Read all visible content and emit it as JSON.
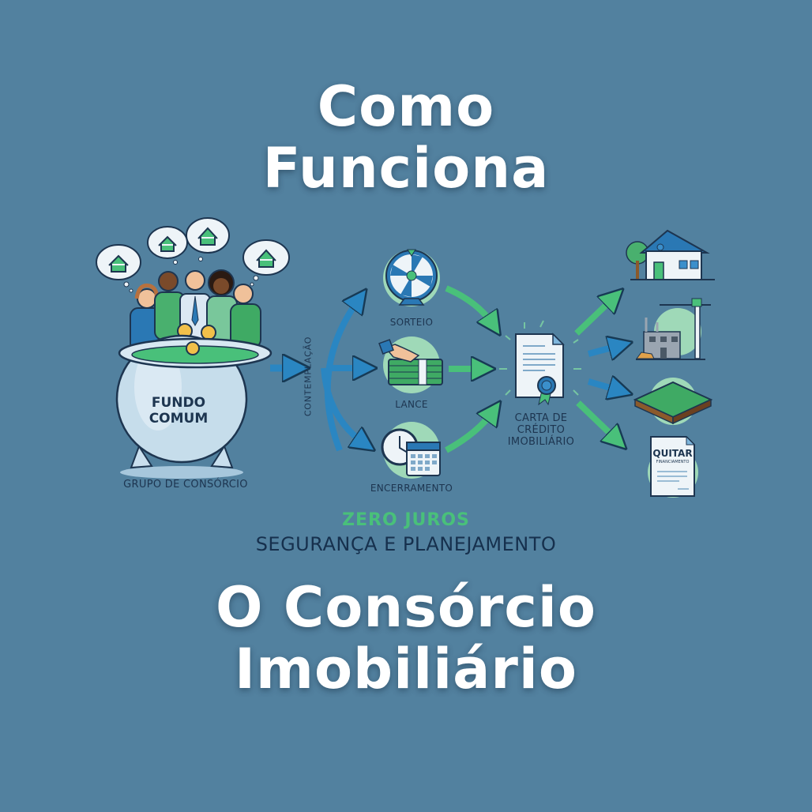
{
  "header": {
    "title_line1": "Como",
    "title_line2": "Funciona"
  },
  "diagram": {
    "pot": {
      "line1": "FUNDO",
      "line2": "COMUM",
      "caption": "GRUPO DE CONSÓRCIO"
    },
    "contemplation_label": "CONTEMPLAÇÃO",
    "methods": [
      {
        "label": "SORTEIO",
        "icon": "prize-wheel-icon"
      },
      {
        "label": "LANCE",
        "icon": "money-bid-icon"
      },
      {
        "label": "ENCERRAMENTO",
        "icon": "clock-calendar-icon"
      }
    ],
    "credit_letter": {
      "line1": "CARTA DE",
      "line2": "CRÉDITO",
      "line3": "IMOBILIÁRIO"
    },
    "uses": [
      {
        "name": "house",
        "icon": "house-icon"
      },
      {
        "name": "construction",
        "icon": "construction-crane-icon"
      },
      {
        "name": "land",
        "icon": "land-plot-icon"
      },
      {
        "name": "payoff",
        "icon": "document-icon",
        "title": "QUITAR",
        "subtitle": "FINANCIAMENTO"
      }
    ]
  },
  "tagline": {
    "highlight": "ZERO JUROS",
    "subtitle": "SEGURANÇA E PLANEJAMENTO"
  },
  "footer": {
    "title_line1": "O Consórcio",
    "title_line2": "Imobiliário"
  },
  "colors": {
    "background": "#52819f",
    "accent_green": "#49c07a",
    "accent_blue": "#2a86c2",
    "dark_text": "#16304d",
    "title_white": "#ffffff"
  }
}
